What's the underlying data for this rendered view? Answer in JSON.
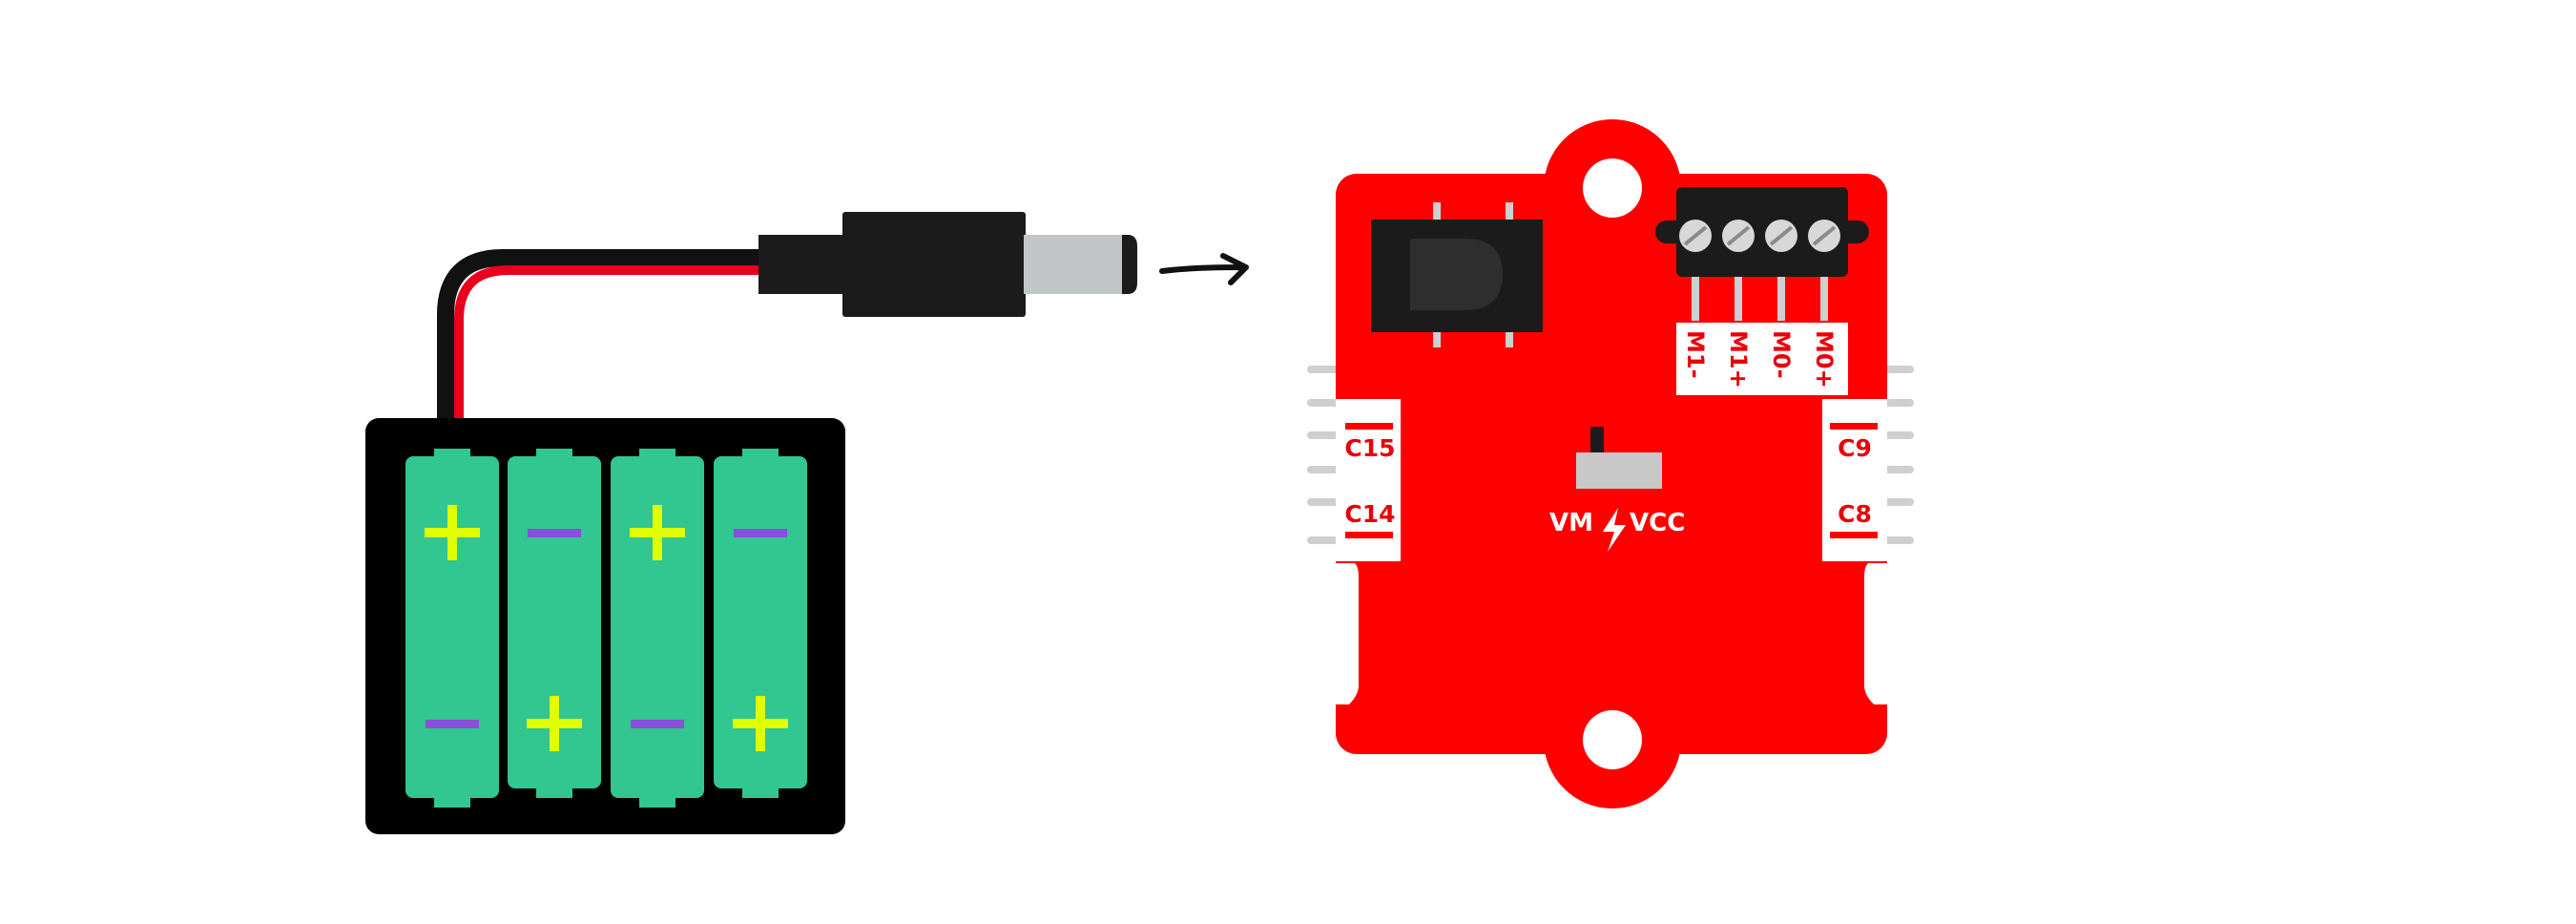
{
  "colors": {
    "background": "#ffffff",
    "board": "#ff0000",
    "battery_cell": "#32c690",
    "holder": "#000000",
    "plus_sign": "#e0ff00",
    "minus_sign": "#8a4fd8",
    "wire_red": "#e8001c",
    "wire_black": "#111111",
    "plug_body": "#1b1b1b",
    "plug_tip": "#c3c6c6",
    "pin": "#cfcfcf",
    "label_text": "#e8000b"
  },
  "icons": {
    "arrow": "right-arrow-icon",
    "switch_symbol": "lightning-bolt-icon"
  },
  "battery_pack": {
    "cells": [
      {
        "top": "+",
        "bottom": "−"
      },
      {
        "top": "−",
        "bottom": "+"
      },
      {
        "top": "+",
        "bottom": "−"
      },
      {
        "top": "−",
        "bottom": "+"
      }
    ]
  },
  "board": {
    "motor_terminals": [
      "M1-",
      "M1+",
      "M0-",
      "M0+"
    ],
    "left_ports": [
      "C15",
      "C14"
    ],
    "right_ports": [
      "C9",
      "C8"
    ],
    "switch_label_left": "VM",
    "switch_label_right": "VCC"
  }
}
